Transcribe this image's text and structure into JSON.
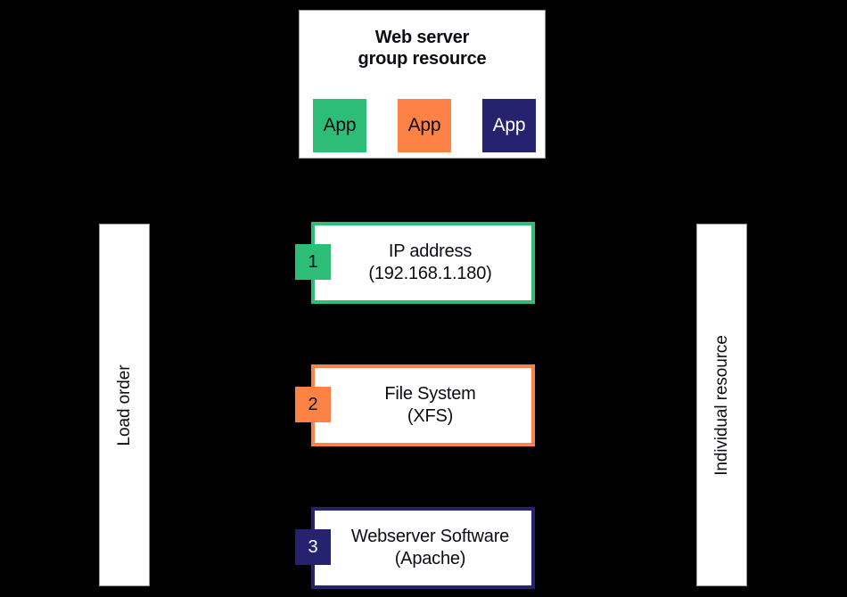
{
  "diagram": {
    "background_color": "#000000",
    "group_panel": {
      "title": "Web server\ngroup resource",
      "apps": [
        {
          "label": "App",
          "color": "#2EBD77",
          "text_color": "#0c0c14"
        },
        {
          "label": "App",
          "color": "#FC8345",
          "text_color": "#0c0c14"
        },
        {
          "label": "App",
          "color": "#252270",
          "text_color": "#FFFFFF"
        }
      ]
    },
    "side_labels": {
      "left": "Load order",
      "right": "Individual resource"
    },
    "resources": [
      {
        "badge": "1",
        "line1": "IP address",
        "line2": "(192.168.1.180)",
        "color": "#2EBD77"
      },
      {
        "badge": "2",
        "line1": "File System",
        "line2": "(XFS)",
        "color": "#FC8345"
      },
      {
        "badge": "3",
        "line1": "Webserver Software",
        "line2": "(Apache)",
        "color": "#252270"
      }
    ]
  }
}
